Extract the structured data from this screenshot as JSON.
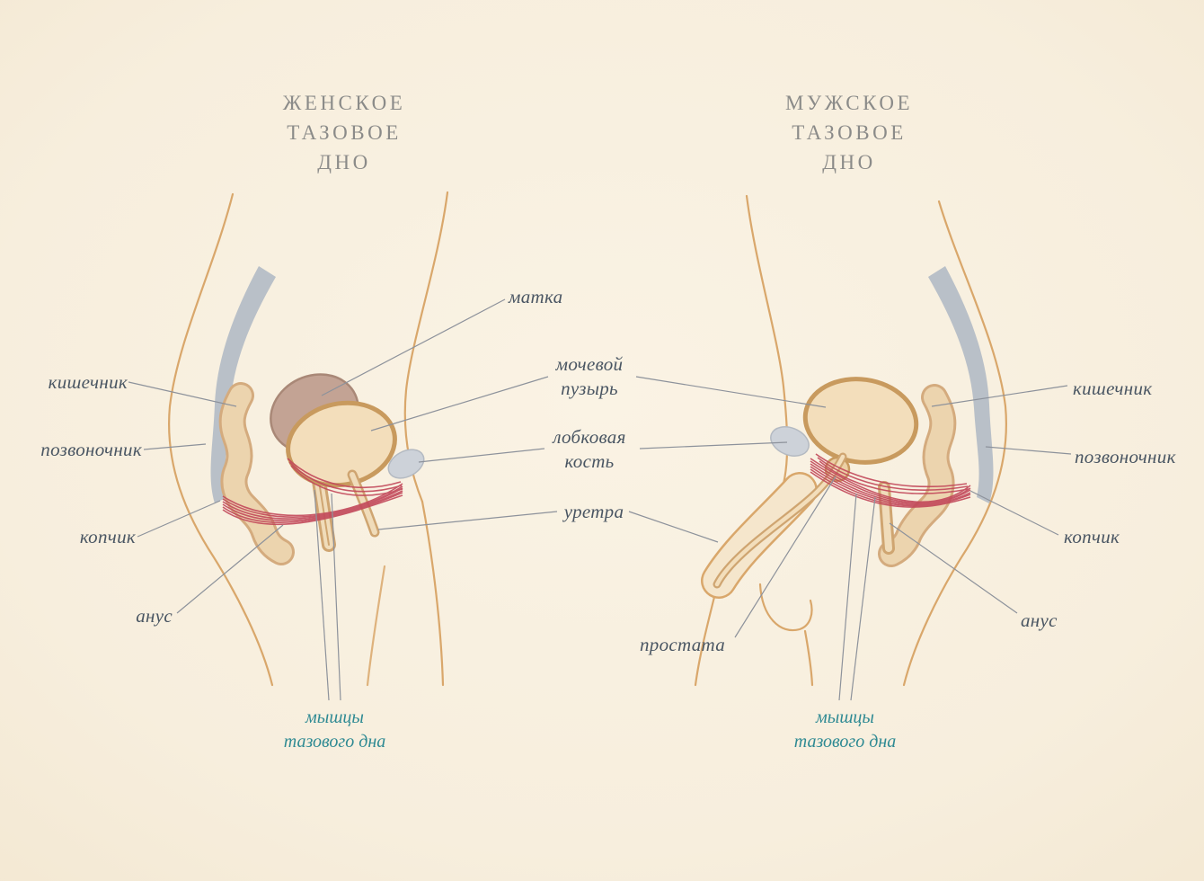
{
  "titles": {
    "female": [
      "ЖЕНСКОЕ",
      "ТАЗОВОЕ",
      "ДНО"
    ],
    "male": [
      "МУЖСКОЕ",
      "ТАЗОВОЕ",
      "ДНО"
    ]
  },
  "labels": {
    "female": {
      "intestine": "кишечник",
      "spine": "позвоночник",
      "coccyx": "копчик",
      "anus": "анус",
      "uterus": "матка",
      "muscles": [
        "мышцы",
        "тазового дна"
      ]
    },
    "shared": {
      "bladder": [
        "мочевой",
        "пузырь"
      ],
      "pubic_bone": [
        "лобковая",
        "кость"
      ],
      "urethra": "уретра"
    },
    "male": {
      "intestine": "кишечник",
      "spine": "позвоночник",
      "coccyx": "копчик",
      "anus": "анус",
      "prostate": "простата",
      "muscles": [
        "мышцы",
        "тазового дна"
      ]
    }
  },
  "colors": {
    "background": "#f7eedd",
    "body_outline": "#d9a76b",
    "spine_gray": "#b9c0c8",
    "organ_fill": "#f3debb",
    "organ_outline": "#c89a5e",
    "intestine_fill": "#ecd4ae",
    "intestine_outline": "#d4ab7e",
    "uterus_fill": "#c3a394",
    "muscle_red": "#c2485a",
    "pubic_bone_fill": "#cdd2d9",
    "leader_line": "#8d929b",
    "label_text": "#4a5663",
    "title_text": "#8b8b89",
    "muscle_label_teal": "#2f8a93"
  }
}
